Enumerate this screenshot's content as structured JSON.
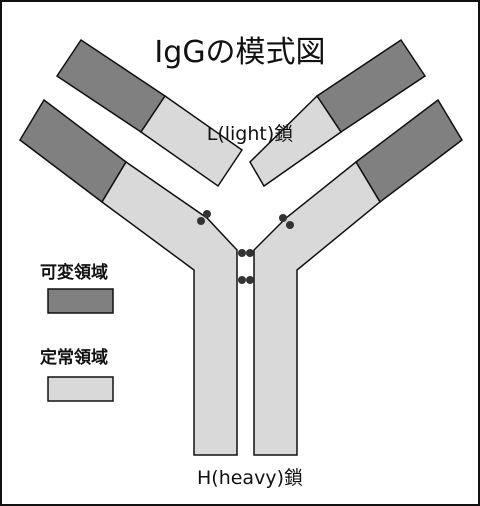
{
  "title": "IgGの模式図",
  "labels": {
    "light_chain": "L(light)鎖",
    "heavy_chain": "H(heavy)鎖"
  },
  "legend": {
    "variable_region": "可変領域",
    "constant_region": "定常領域"
  },
  "colors": {
    "variable_region": "#808080",
    "constant_region": "#d9d9d9",
    "disulfide_bond": "#333333",
    "outline": "#111111"
  }
}
